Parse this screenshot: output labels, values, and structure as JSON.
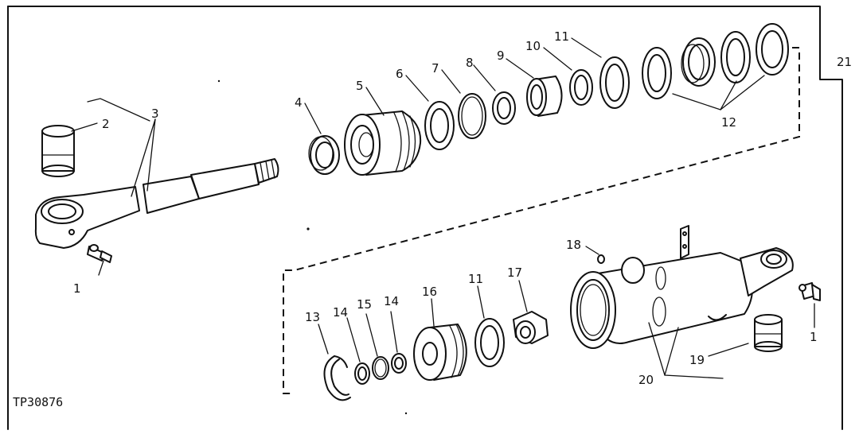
{
  "figure_id": "TP30876",
  "callouts": [
    "1",
    "2",
    "3",
    "4",
    "5",
    "6",
    "7",
    "8",
    "9",
    "10",
    "11",
    "12",
    "13",
    "14",
    "15",
    "16",
    "17",
    "18",
    "19",
    "20",
    "21"
  ],
  "callout_11_lower": "11",
  "callout_14_second": "14",
  "callout_1_right": "1",
  "colors": {
    "ink": "#111111",
    "paper": "#ffffff"
  }
}
